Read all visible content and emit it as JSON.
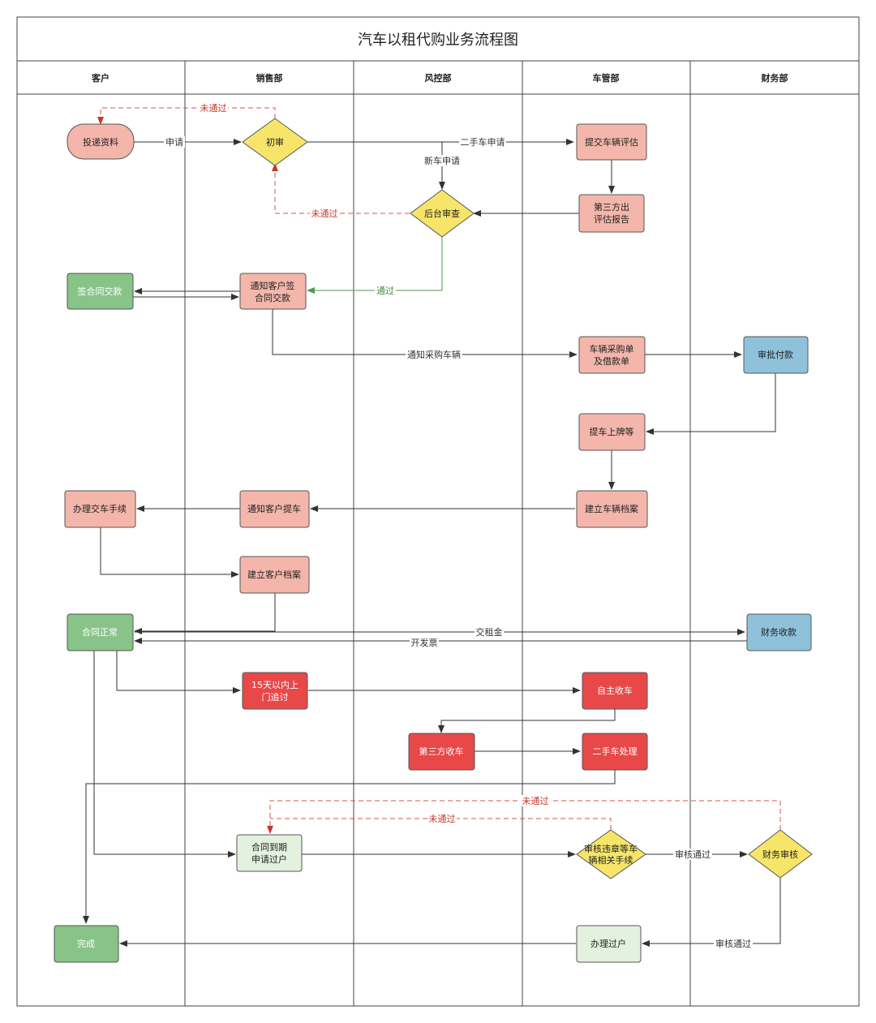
{
  "title": "汽车以租代购业务流程图",
  "lanes": [
    "客户",
    "销售部",
    "风控部",
    "车管部",
    "财务部"
  ],
  "colors": {
    "salmon": "#f4b6aa",
    "green": "#88c488",
    "blue": "#8fc2da",
    "red": "#e84848",
    "light_green": "#e3f1df",
    "yellow": "#f7e56a",
    "reject": "#c0392b",
    "pass": "#4f9a4f",
    "line": "#333333"
  },
  "nodes": {
    "submit_docs": "投递资料",
    "initial_review": "初审",
    "submit_eval": "提交车辆评估",
    "third_party_report": [
      "第三方出",
      "评估报告"
    ],
    "backend_review": "后台审查",
    "sign_contract": "签合同交款",
    "notify_sign": [
      "通知客户签",
      "合同交款"
    ],
    "purchase_order": [
      "车辆采购单",
      "及借款单"
    ],
    "approve_pay": "审批付款",
    "pickup_plate": "提车上牌等",
    "vehicle_file": "建立车辆档案",
    "notify_pickup": "通知客户提车",
    "handle_delivery": "办理交车手续",
    "customer_file": "建立客户档案",
    "contract_normal": "合同正常",
    "finance_collect": "财务收款",
    "visit_15days": [
      "15天以内上",
      "门追讨"
    ],
    "self_recover": "自主收车",
    "third_recover": "第三方收车",
    "used_car": "二手车处理",
    "contract_expire": [
      "合同到期",
      "申请过户"
    ],
    "check_violation": [
      "审核违章等车",
      "辆相关手续"
    ],
    "finance_review": "财务审核",
    "complete": "完成",
    "transfer": "办理过户"
  },
  "edge_labels": {
    "apply": "申请",
    "reject_top": "未通过",
    "used_car_apply": "二手车申请",
    "new_car_apply": "新车申请",
    "reject_backend": "未通过",
    "pass": "通过",
    "notify_purchase": "通知采购车辆",
    "rent": "交租金",
    "invoice": "开发票",
    "reject_finance": "未通过",
    "reject_check": "未通过",
    "review_pass_1": "审核通过",
    "review_pass_2": "审核通过"
  }
}
